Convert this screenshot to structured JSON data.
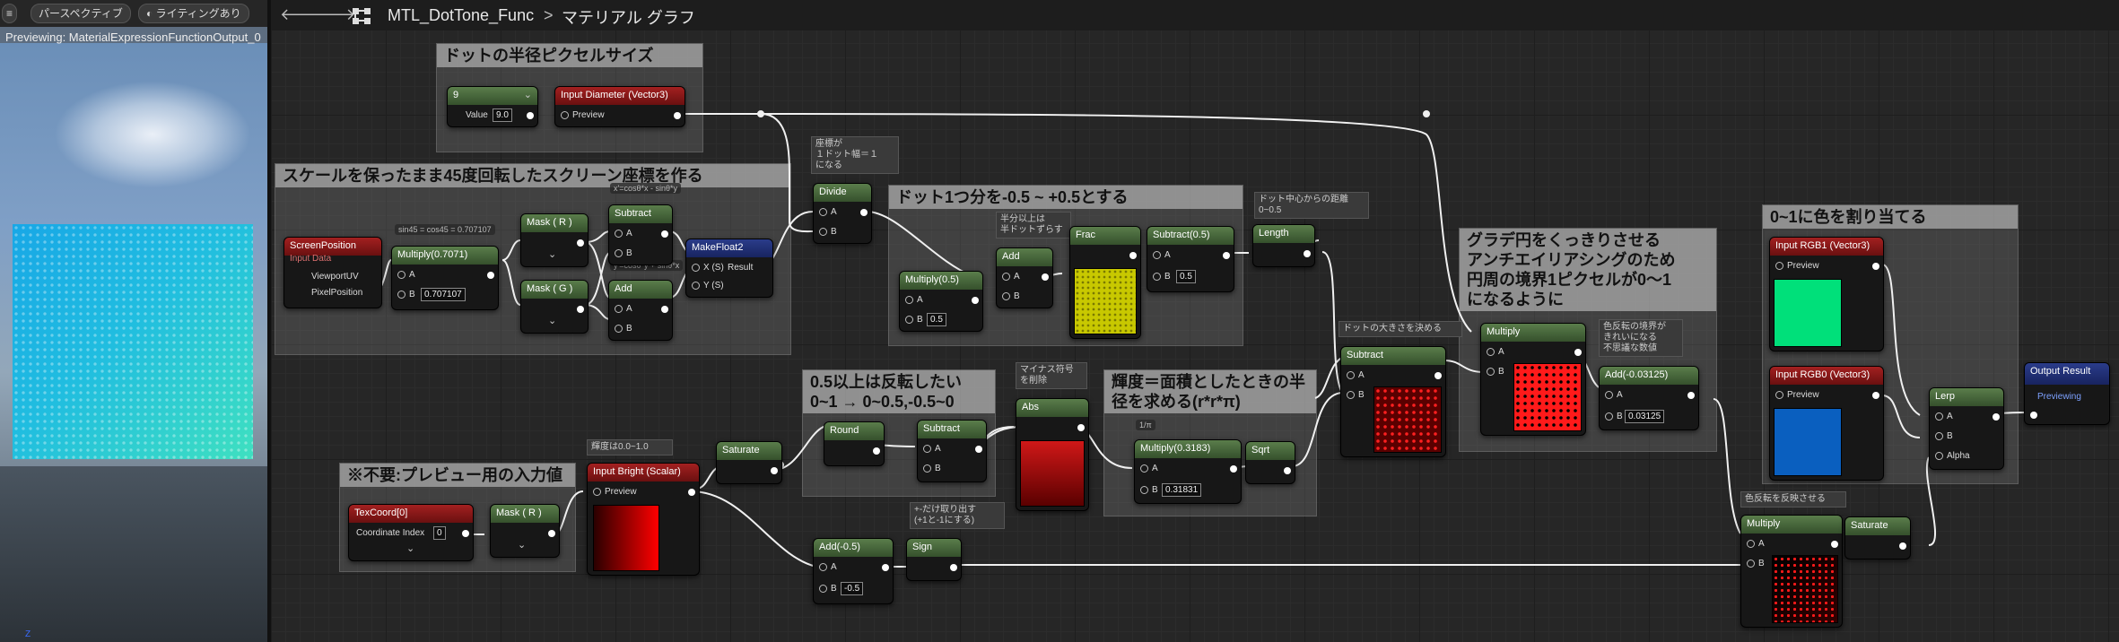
{
  "preview": {
    "perspective_label": "パースペクティブ",
    "lighting_label": "ライティングあり",
    "previewing_text": "Previewing: MaterialExpressionFunctionOutput_0",
    "axis_label": "Z"
  },
  "header": {
    "asset_name": "MTL_DotTone_Func",
    "separator": ">",
    "graph_name": "マテリアル グラフ"
  },
  "comments": {
    "dot_radius": "ドットの半径ピクセルサイズ",
    "rotated_coords": "スケールを保ったまま45度回転したスクリーン座標を作る",
    "dot_range": "ドット1つ分を-0.5 ~ +0.5とする",
    "flip": "0.5以上は反転したい\n0~1 → 0~0.5,-0.5~0",
    "radius_from_area": "輝度＝面積としたときの半\n径を求める(r*r*π)",
    "antialias": "グラデ円をくっきりさせる\nアンチエイリアシングのため\n円周の境界1ピクセルが0～1\nになるように",
    "colorize": "0~1に色を割り当てる",
    "preview_input": "※不要:プレビュー用の入力値"
  },
  "tags": {
    "coords_per_dot": "座標が\n１ドット幅＝１\nになる",
    "half_dot": "半分以上は\n半ドットずらす",
    "dist_center": "ドット中心からの距離\n0~0.5",
    "dot_size": "ドットの大きさを決める",
    "invert_boundary": "色反転の境界が\nきれいになる\n不思議な数値",
    "drop_sign": "マイナス符号\nを削除",
    "brightness_range": "輝度は0.0~1.0",
    "sign_hint": "+-だけ取り出す\n(+1と-1にする)",
    "invert_color": "色反転を反映させる",
    "rot_x": "x'=cosθ*x - sinθ*y",
    "rot_y": "y'=cosθ*y + sinθ*x",
    "sin_cos": "sin45 = cos45 = 0.707107",
    "inv_pi": "1/π"
  },
  "nodes": {
    "scalar_9": {
      "title": "9",
      "value_label": "Value",
      "value": "9.0"
    },
    "input_diameter": {
      "title": "Input Diameter (Vector3)",
      "pin": "Preview"
    },
    "screen_position": {
      "title": "ScreenPosition",
      "subtitle": "Input Data",
      "pin1": "ViewportUV",
      "pin2": "PixelPosition"
    },
    "multiply_0707": {
      "title": "Multiply(0.7071)",
      "pin_a": "A",
      "pin_b": "B",
      "b_value": "0.707107"
    },
    "mask_r1": {
      "title": "Mask ( R )"
    },
    "mask_g": {
      "title": "Mask ( G )"
    },
    "subtract1": {
      "title": "Subtract",
      "pin_a": "A",
      "pin_b": "B"
    },
    "add1": {
      "title": "Add",
      "pin_a": "A",
      "pin_b": "B"
    },
    "makefloat2": {
      "title": "MakeFloat2",
      "pin_x": "X (S)",
      "pin_y": "Y (S)",
      "out": "Result"
    },
    "divide": {
      "title": "Divide",
      "pin_a": "A",
      "pin_b": "B"
    },
    "multiply_05": {
      "title": "Multiply(0.5)",
      "pin_a": "A",
      "pin_b": "B",
      "b_value": "0.5"
    },
    "add2": {
      "title": "Add",
      "pin_a": "A",
      "pin_b": "B"
    },
    "frac": {
      "title": "Frac"
    },
    "subtract_05": {
      "title": "Subtract(0.5)",
      "pin_a": "A",
      "pin_b": "B",
      "b_value": "0.5"
    },
    "length": {
      "title": "Length"
    },
    "subtract2": {
      "title": "Subtract",
      "pin_a": "A",
      "pin_b": "B"
    },
    "multiply_aa": {
      "title": "Multiply",
      "pin_a": "A",
      "pin_b": "B"
    },
    "add_003125": {
      "title": "Add(-0.03125)",
      "pin_a": "A",
      "pin_b": "B",
      "b_value": "0.03125"
    },
    "input_rgb1": {
      "title": "Input RGB1 (Vector3)",
      "pin": "Preview",
      "color": "#00e07a"
    },
    "input_rgb0": {
      "title": "Input RGB0 (Vector3)",
      "pin": "Preview",
      "color": "#0a5fbf"
    },
    "lerp": {
      "title": "Lerp",
      "pin_a": "A",
      "pin_b": "B",
      "pin_alpha": "Alpha"
    },
    "output": {
      "title": "Output Result",
      "subtitle": "Previewing"
    },
    "round": {
      "title": "Round"
    },
    "subtract3": {
      "title": "Subtract",
      "pin_a": "A",
      "pin_b": "B"
    },
    "abs": {
      "title": "Abs"
    },
    "multiply_03183": {
      "title": "Multiply(0.3183)",
      "pin_a": "A",
      "pin_b": "B",
      "b_value": "0.31831"
    },
    "sqrt": {
      "title": "Sqrt"
    },
    "saturate1": {
      "title": "Saturate"
    },
    "input_bright": {
      "title": "Input Bright (Scalar)",
      "pin": "Preview"
    },
    "texcoord": {
      "title": "TexCoord[0]",
      "index_label": "Coordinate Index",
      "index_value": "0"
    },
    "mask_r2": {
      "title": "Mask ( R )"
    },
    "add_neg05": {
      "title": "Add(-0.5)",
      "pin_a": "A",
      "pin_b": "B",
      "b_value": "-0.5"
    },
    "sign": {
      "title": "Sign"
    },
    "multiply_inv": {
      "title": "Multiply",
      "pin_a": "A",
      "pin_b": "B"
    },
    "saturate2": {
      "title": "Saturate"
    }
  }
}
